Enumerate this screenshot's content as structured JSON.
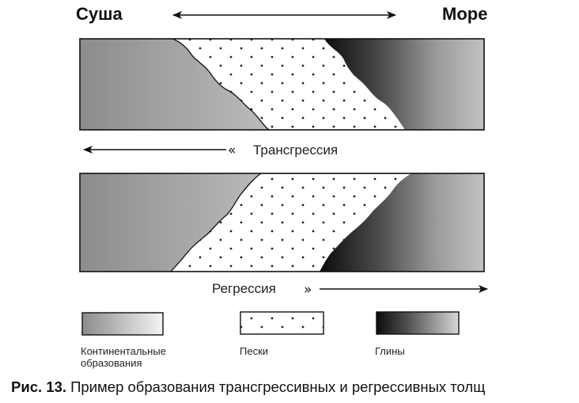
{
  "header": {
    "left_label": "Суша",
    "right_label": "Море"
  },
  "process": {
    "transgression_label": "Трансгрессия",
    "regression_label": "Регрессия"
  },
  "legend": {
    "items": [
      {
        "label_line1": "Континентальные",
        "label_line2": "образования"
      },
      {
        "label_line1": "Пески",
        "label_line2": ""
      },
      {
        "label_line1": "Глины",
        "label_line2": ""
      }
    ]
  },
  "caption": {
    "prefix": "Рис. 13.",
    "text": " Пример образования трансгрессивных и регрессивных толщ"
  }
}
